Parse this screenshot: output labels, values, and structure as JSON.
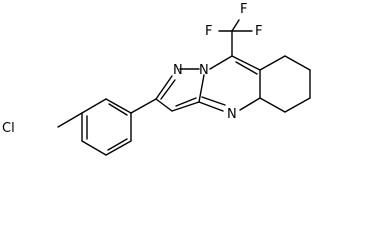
{
  "molecule": {
    "atoms": {
      "chlorine": "Cl",
      "fluorine_top_left": "F",
      "fluorine_top_right": "F",
      "fluorine_left": "F",
      "nitrogen_pyrazole": "N",
      "nitrogen_bridge": "N",
      "nitrogen_ring": "N"
    }
  }
}
